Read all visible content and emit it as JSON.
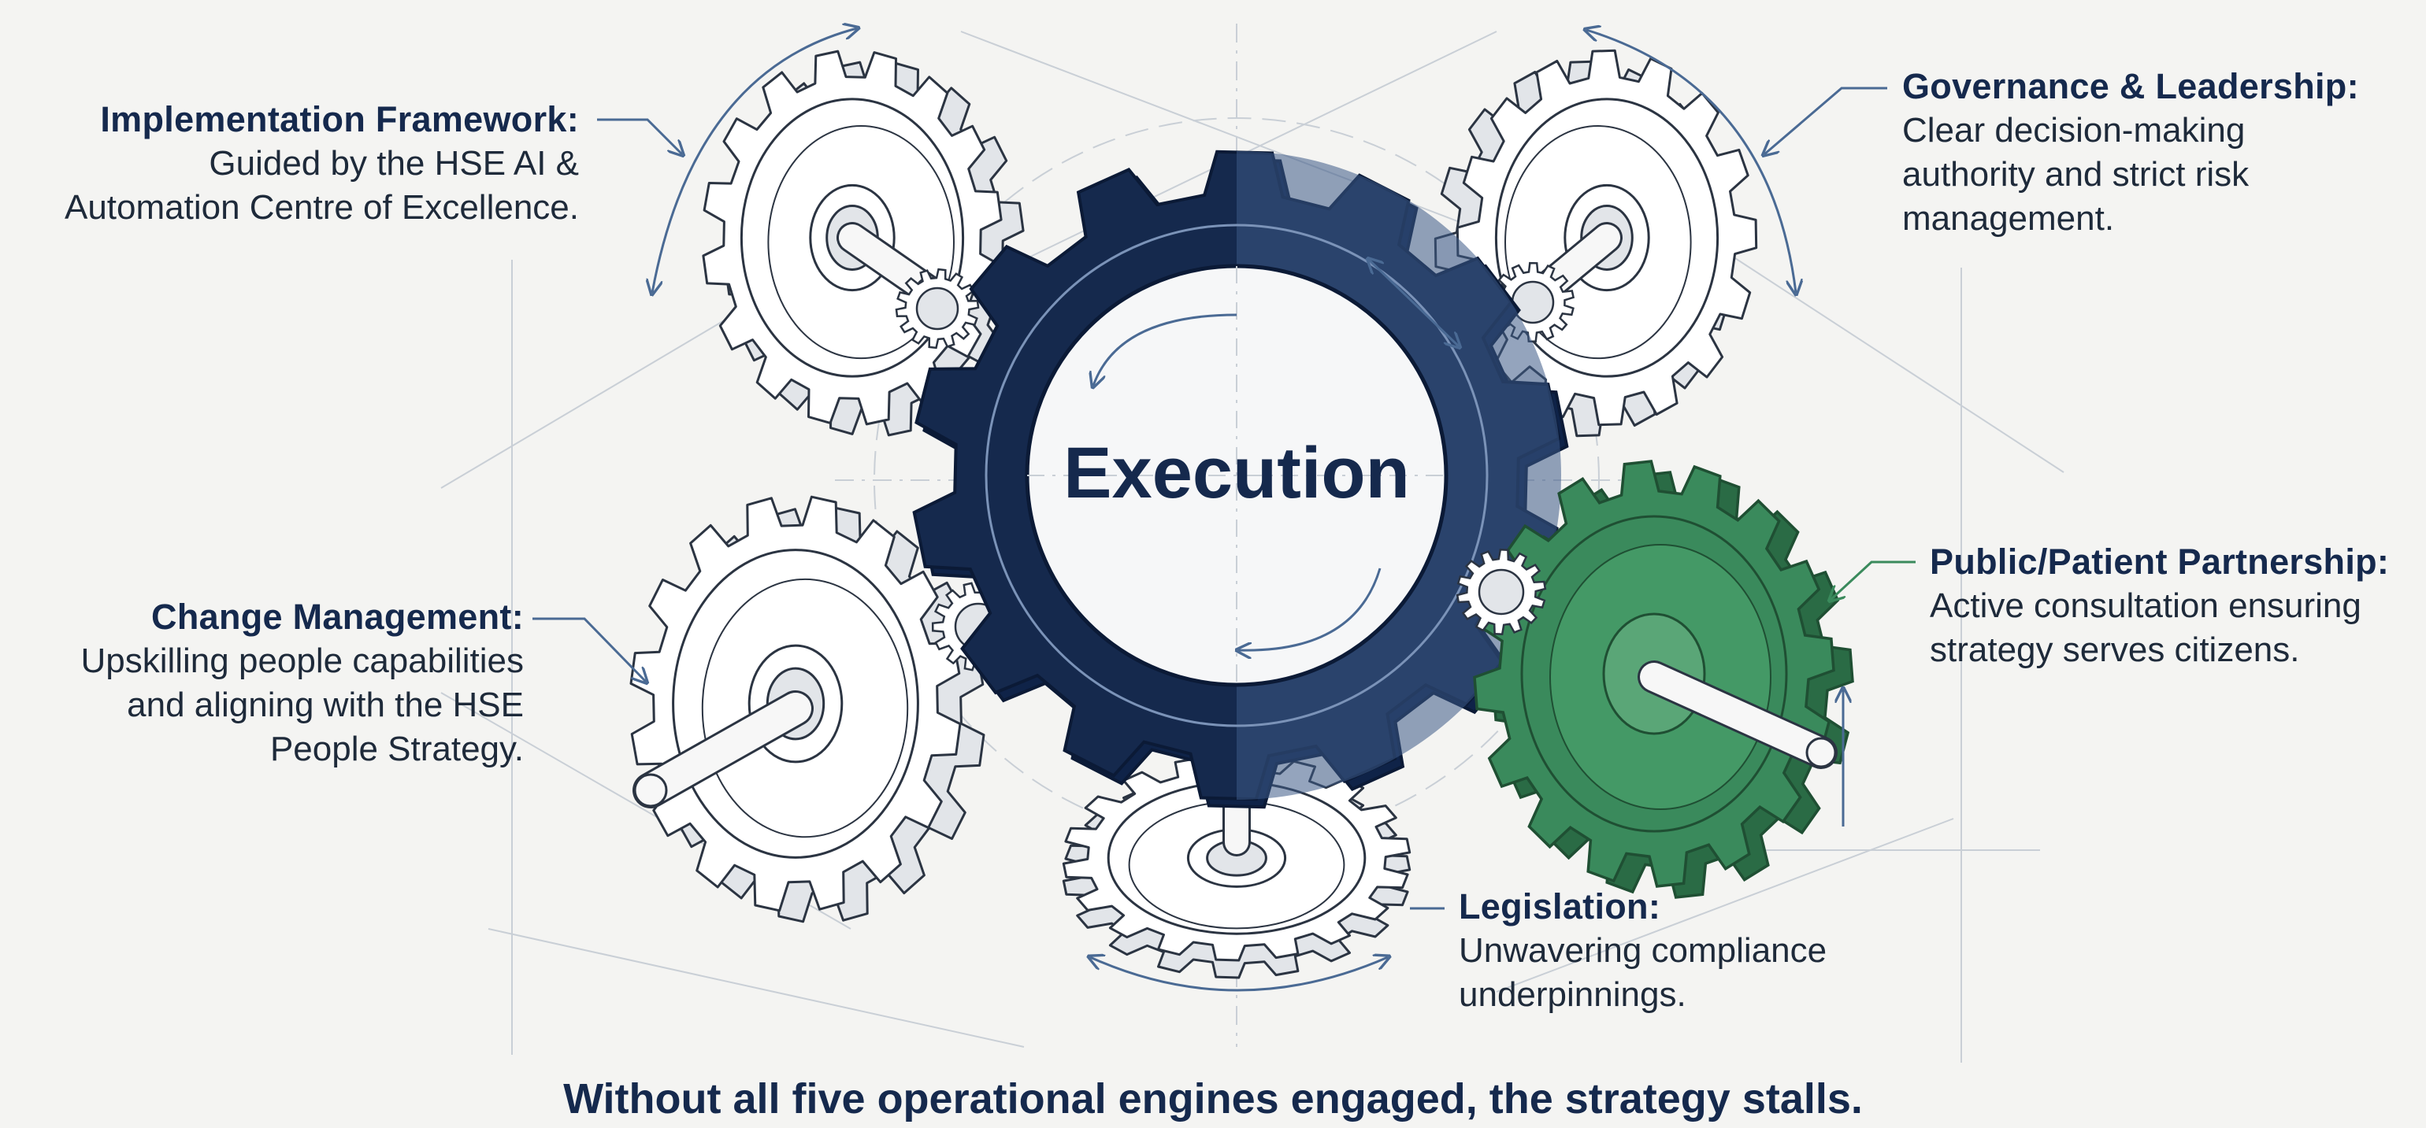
{
  "center_label": "Execution",
  "pillars": {
    "implementation": {
      "title": "Implementation Framework:",
      "body": "Guided by the HSE AI &\nAutomation Centre of Excellence."
    },
    "governance": {
      "title": "Governance & Leadership:",
      "body": "Clear decision-making\nauthority and strict risk\nmanagement."
    },
    "change": {
      "title": "Change Management:",
      "body": "Upskilling people capabilities\nand aligning with the HSE\nPeople Strategy."
    },
    "public": {
      "title": "Public/Patient Partnership:",
      "body": "Active consultation ensuring\nstrategy serves citizens."
    },
    "legislation": {
      "title": "Legislation:",
      "body": "Unwavering compliance\nunderpinnings."
    }
  },
  "footer": "Without all five operational engines engaged, the strategy stalls.",
  "colors": {
    "background": "#f4f4f2",
    "navy": "#15294d",
    "navy_light": "#3c5a87",
    "gear_outline": "#2b3442",
    "gear_fill": "#ffffff",
    "gear_shade": "#e2e5e9",
    "green": "#3a8a5c",
    "green_dark": "#2a6b45",
    "arrow": "#4a6a94",
    "arrow_green": "#3a8a5c",
    "guide": "#c9cfd6"
  }
}
